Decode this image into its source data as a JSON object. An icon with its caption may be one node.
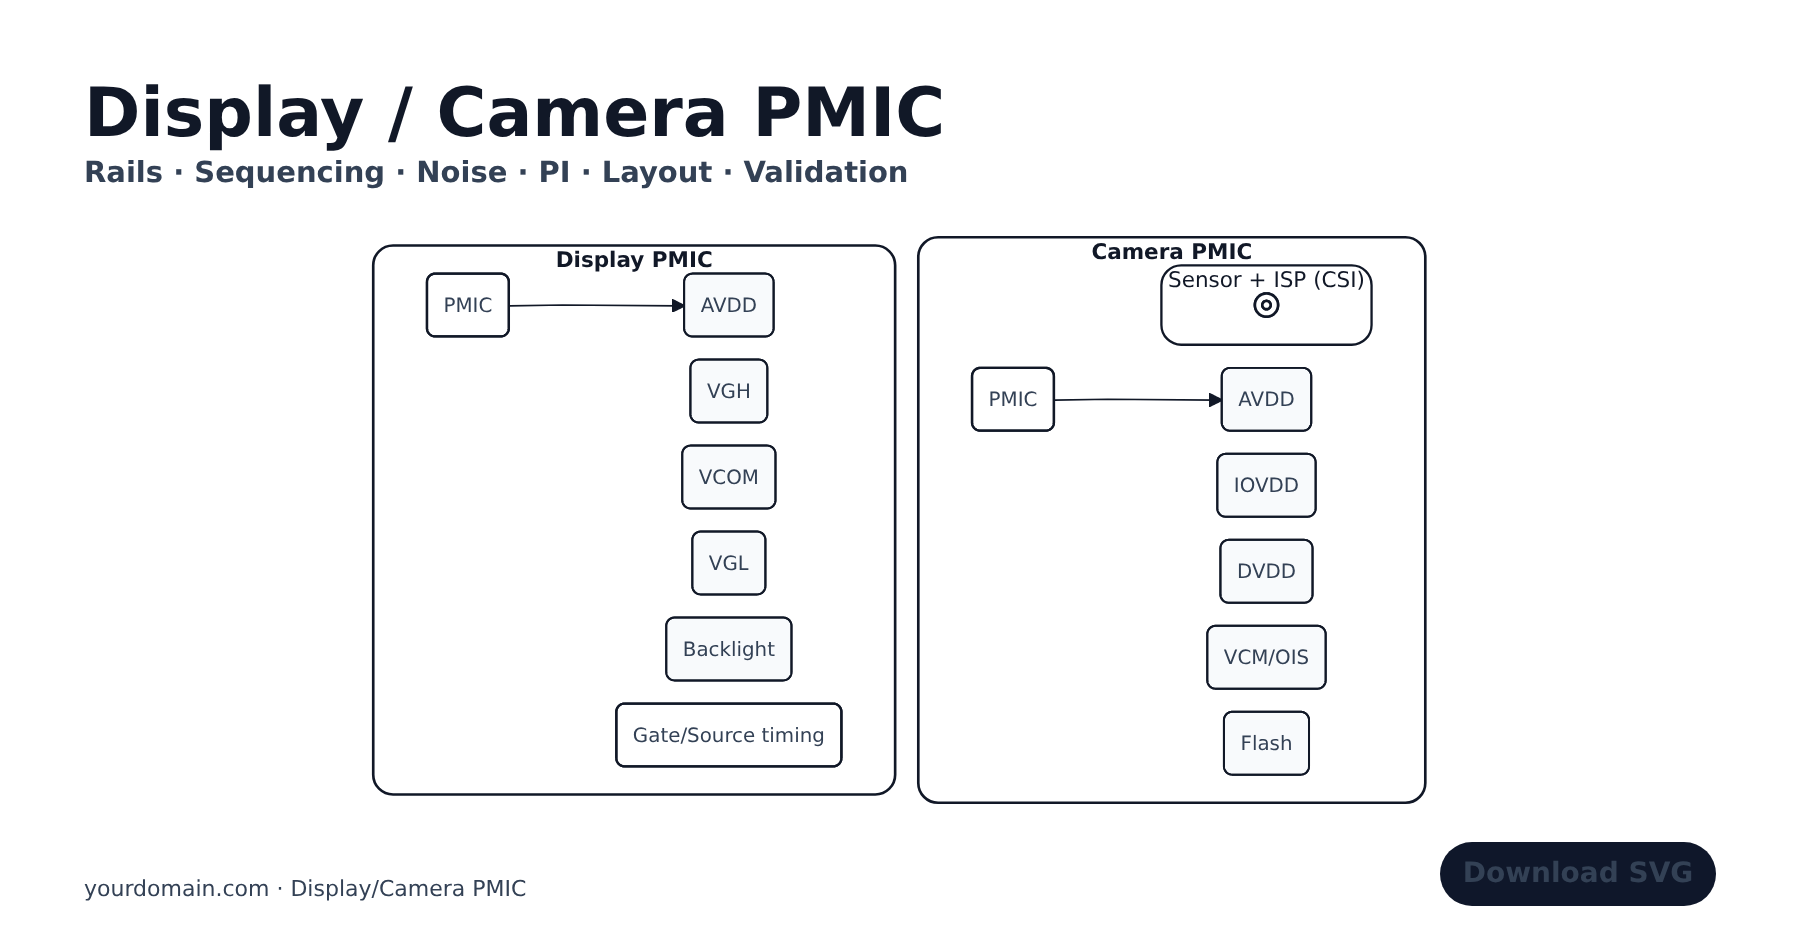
{
  "diagram": {
    "title": "Display / Camera PMIC",
    "caption": "yourdomain.com · Display/Camera PMIC",
    "nodes": [
      {
        "text": [
          "Display PMIC"
        ]
      },
      {
        "text": [
          "PMIC"
        ],
        "in": 0
      },
      {
        "text": [
          "AVDD"
        ],
        "in": 0
      },
      {
        "text": [
          "VGH"
        ],
        "in": 0
      },
      {
        "text": [
          "VCOM"
        ],
        "in": 0
      },
      {
        "text": [
          "VGL"
        ],
        "in": 0
      },
      {
        "text": [
          "Backlight"
        ],
        "in": 0
      },
      {
        "text": [
          "Gate/Source timing"
        ],
        "in": 0
      },
      {
        "text": [
          "Camera PMIC"
        ]
      },
      {
        "text": [
          "PMIC"
        ],
        "in": 8
      },
      {
        "text": [
          "AVDD"
        ],
        "in": 8
      },
      {
        "text": [
          "IOVDD"
        ],
        "in": 8
      },
      {
        "text": [
          "DVDD"
        ],
        "in": 8
      },
      {
        "text": [
          "VCM/OIS"
        ],
        "in": 8
      },
      {
        "text": [
          "Flash"
        ],
        "in": 8
      },
      {
        "text": [
          "Sensor + ISP (CSI)"
        ],
        "in": 8
      },
      {
        "text": [],
        "shape": "circle",
        "in": 15
      }
    ],
    "edges": [
      {
        "from": 1,
        "to": 2,
        "arrow": "to"
      },
      {
        "from": 9,
        "to": 10,
        "arrow": "to"
      }
    ],
    "labels": [
      "Rails · Sequencing · Noise · PI · Layout · Validation",
      "Download SVG"
    ]
  }
}
